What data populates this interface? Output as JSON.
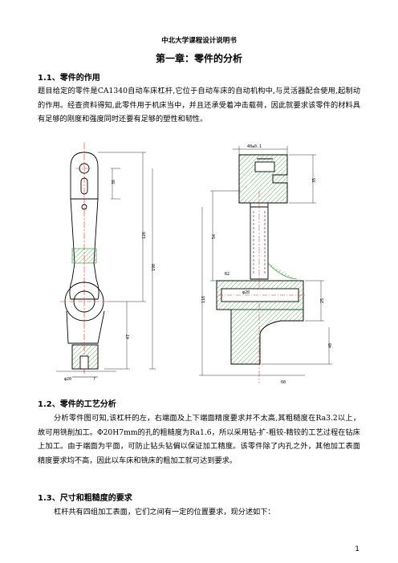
{
  "header": {
    "title": "中北大学课程设计说明书"
  },
  "chapter": {
    "title": "第一章：零件的分析"
  },
  "sections": [
    {
      "heading": "1.1、零件的作用",
      "paragraph": "题目给定的零件是CA1340自动车床杠杆,它位于自动车床的自动机构中,与灵活器配合使用,起制动的作用。经查资料得知,此零件用于机床当中，并且还承受着冲击载荷，因此就要求该零件的材料具有足够的刚度和强度同时还要有足够的塑性和韧性。"
    },
    {
      "heading": "1.2、零件的工艺分析",
      "paragraph": "分析零件图可知,该杠杆的左，右端面及上下端面精度要求并不太高,其粗糙度在Ra3.2以上，故可用铣削加工。Φ20H7mm的孔的粗糙度为Ra1.6，所以采用钻-扩-粗铰-精铰的工艺过程在钻床上加工。由于端面为平面，可防止钻头钻偏以保证加工精度。该零件除了内孔之外，其他加工表面精度要求均不高，因此以车床和铣床的粗加工就可达到要求。"
    },
    {
      "heading": "1.3、尺寸和粗糙度的要求",
      "paragraph": "杠杆共有四组加工表面，它们之间有一定的位置要求，现分述如下："
    }
  ],
  "page_number": "1"
}
